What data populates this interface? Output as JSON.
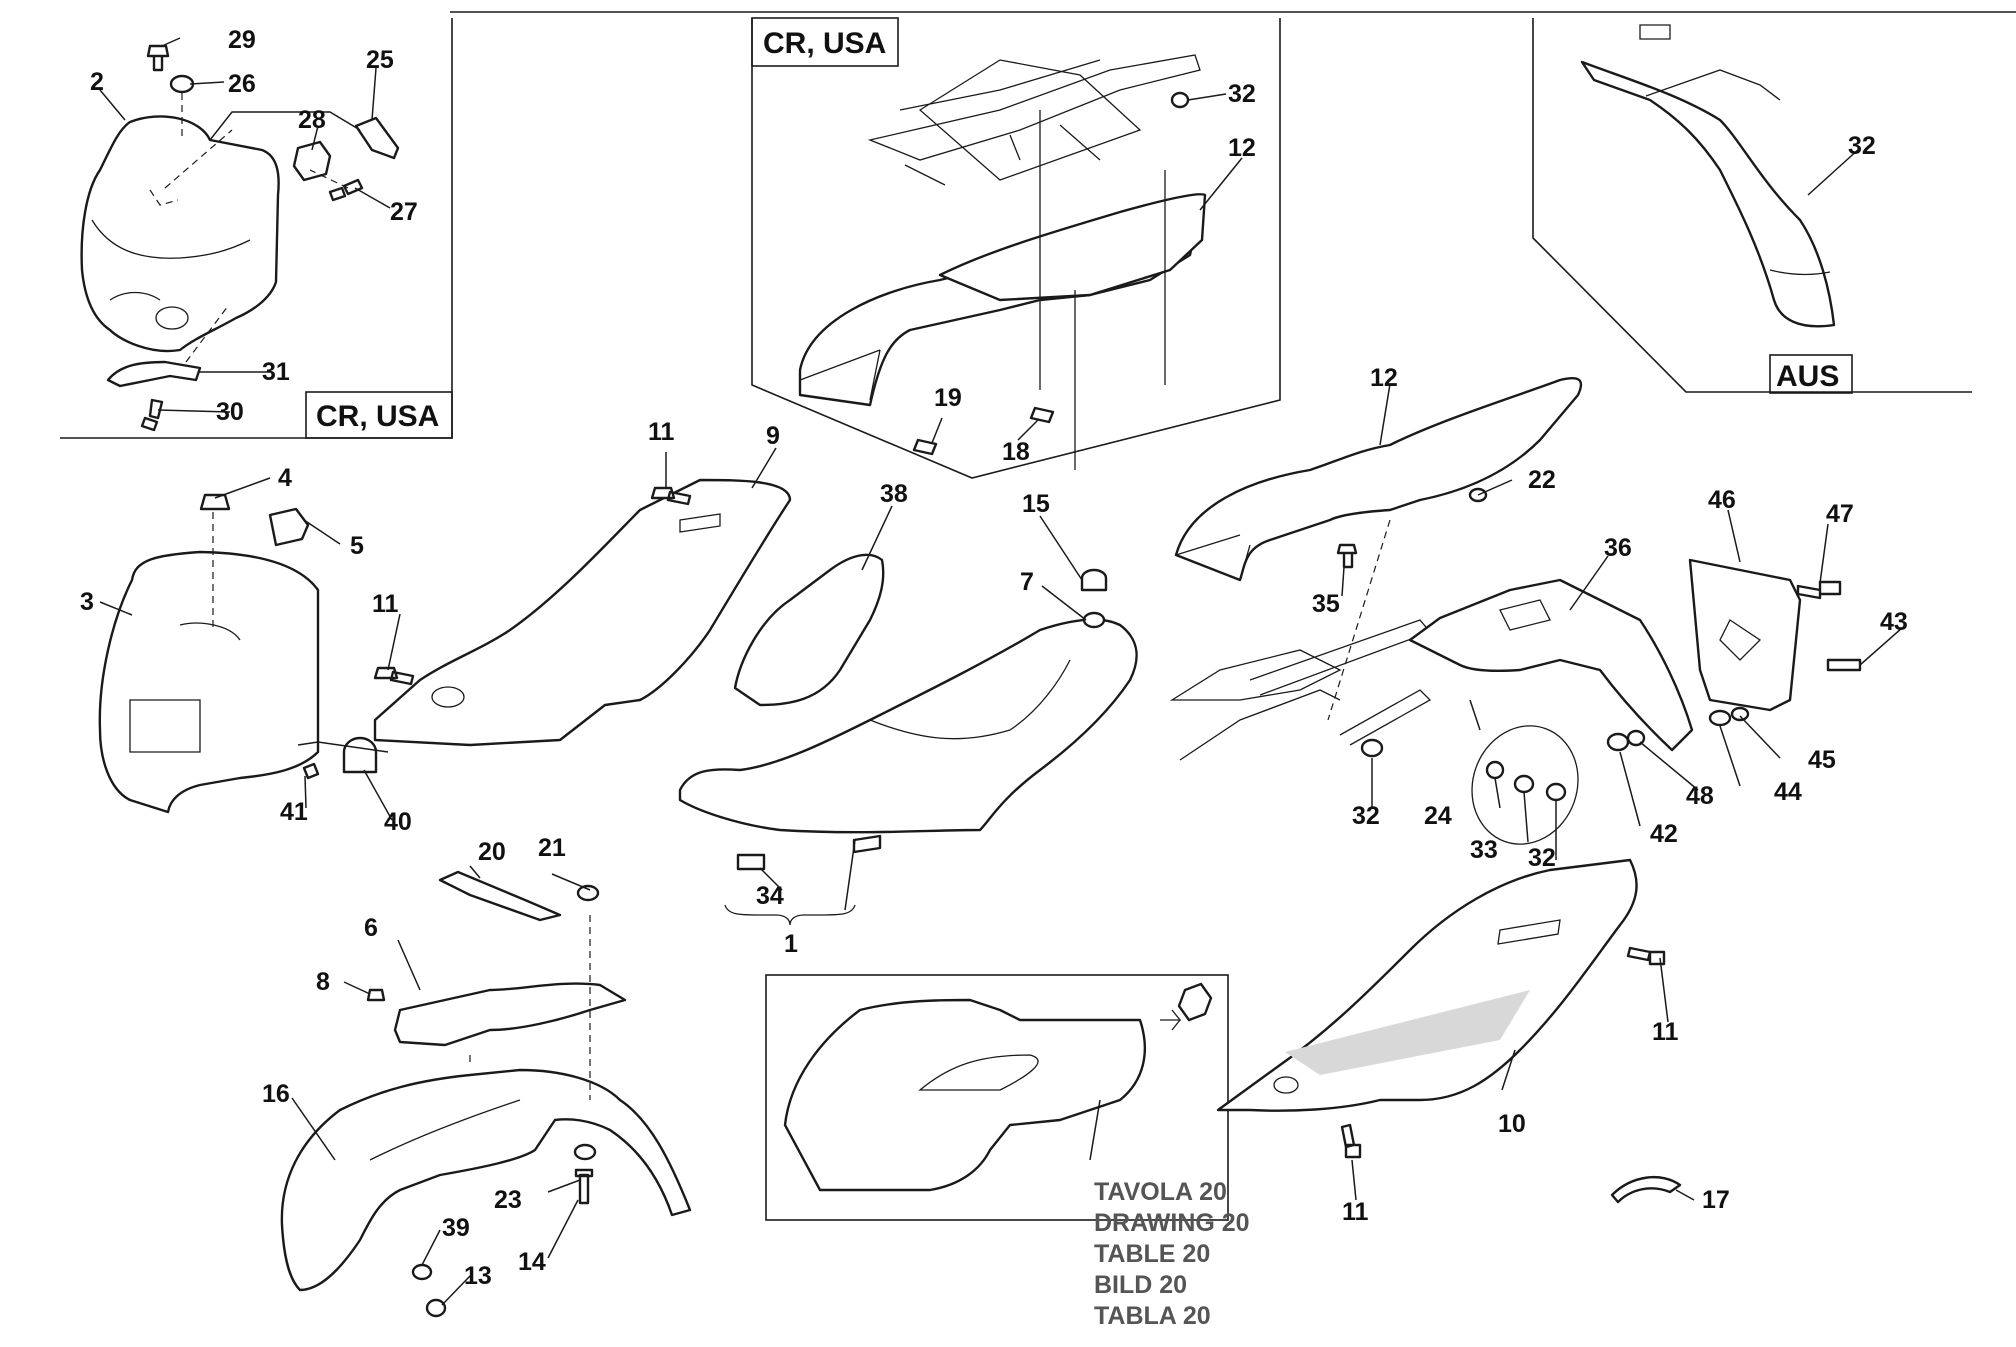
{
  "box_labels": {
    "top_left": "CR, USA",
    "top_center": "CR, USA",
    "top_right": "AUS"
  },
  "callouts": {
    "n29": "29",
    "n26": "26",
    "n2": "2",
    "n25": "25",
    "n28": "28",
    "n27": "27",
    "n31": "31",
    "n30": "30",
    "n32a": "32",
    "n12a": "12",
    "n19": "19",
    "n18": "18",
    "n32b": "32",
    "n11a": "11",
    "n9": "9",
    "n38": "38",
    "n15": "15",
    "n7": "7",
    "n4": "4",
    "n5": "5",
    "n3": "3",
    "n11b": "11",
    "n41": "41",
    "n40": "40",
    "n34": "34",
    "n1": "1",
    "n12b": "12",
    "n22": "22",
    "n35": "35",
    "n36": "36",
    "n46": "46",
    "n47": "47",
    "n43": "43",
    "n32c": "32",
    "n24": "24",
    "n33": "33",
    "n32d": "32",
    "n42": "42",
    "n48": "48",
    "n44": "44",
    "n45": "45",
    "n20": "20",
    "n21": "21",
    "n6": "6",
    "n8": "8",
    "n16": "16",
    "n23": "23",
    "n14": "14",
    "n39": "39",
    "n13": "13",
    "n11c": "11",
    "n10": "10",
    "n11d": "11",
    "n17": "17"
  },
  "cross_reference": [
    "TAVOLA 20",
    "DRAWING 20",
    "TABLE 20",
    "BILD 20",
    "TABLA 20"
  ]
}
